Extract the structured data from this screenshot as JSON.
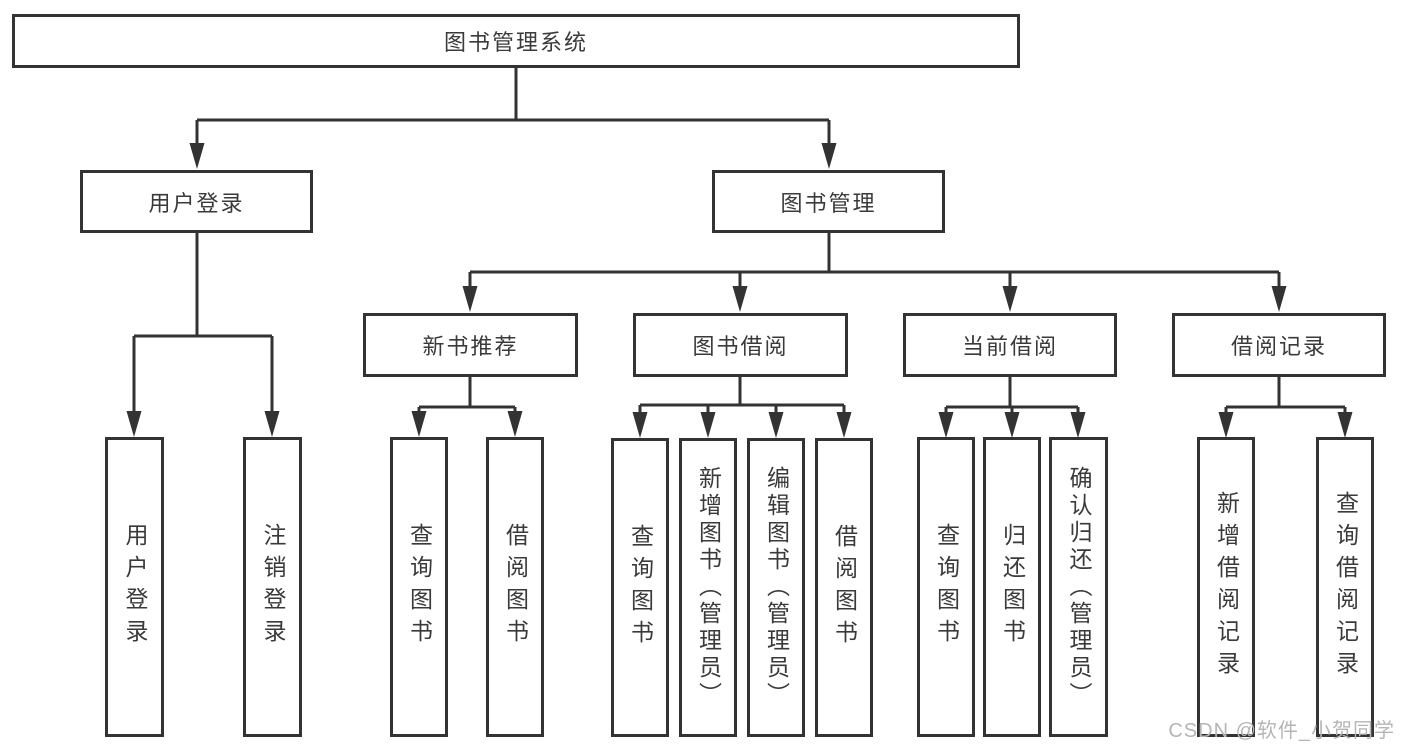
{
  "diagram": {
    "root": {
      "label": "图书管理系统"
    },
    "branches": [
      {
        "label": "用户登录",
        "children": [
          {
            "label": "用户登录"
          },
          {
            "label": "注销登录"
          }
        ]
      },
      {
        "label": "图书管理",
        "children": [
          {
            "label": "新书推荐",
            "children": [
              {
                "label": "查询图书"
              },
              {
                "label": "借阅图书"
              }
            ]
          },
          {
            "label": "图书借阅",
            "children": [
              {
                "label": "查询图书"
              },
              {
                "label": "新增图书（管理员）"
              },
              {
                "label": "编辑图书（管理员）"
              },
              {
                "label": "借阅图书"
              }
            ]
          },
          {
            "label": "当前借阅",
            "children": [
              {
                "label": "查询图书"
              },
              {
                "label": "归还图书"
              },
              {
                "label": "确认归还（管理员）"
              }
            ]
          },
          {
            "label": "借阅记录",
            "children": [
              {
                "label": "新增借阅记录"
              },
              {
                "label": "查询借阅记录"
              }
            ]
          }
        ]
      }
    ]
  },
  "watermark": {
    "text": "CSDN @软件_小贺同学"
  },
  "colors": {
    "line": "#333333",
    "box_border": "#333333",
    "text": "#3a3a3a",
    "background": "#ffffff",
    "watermark": "#b5b5b5"
  }
}
